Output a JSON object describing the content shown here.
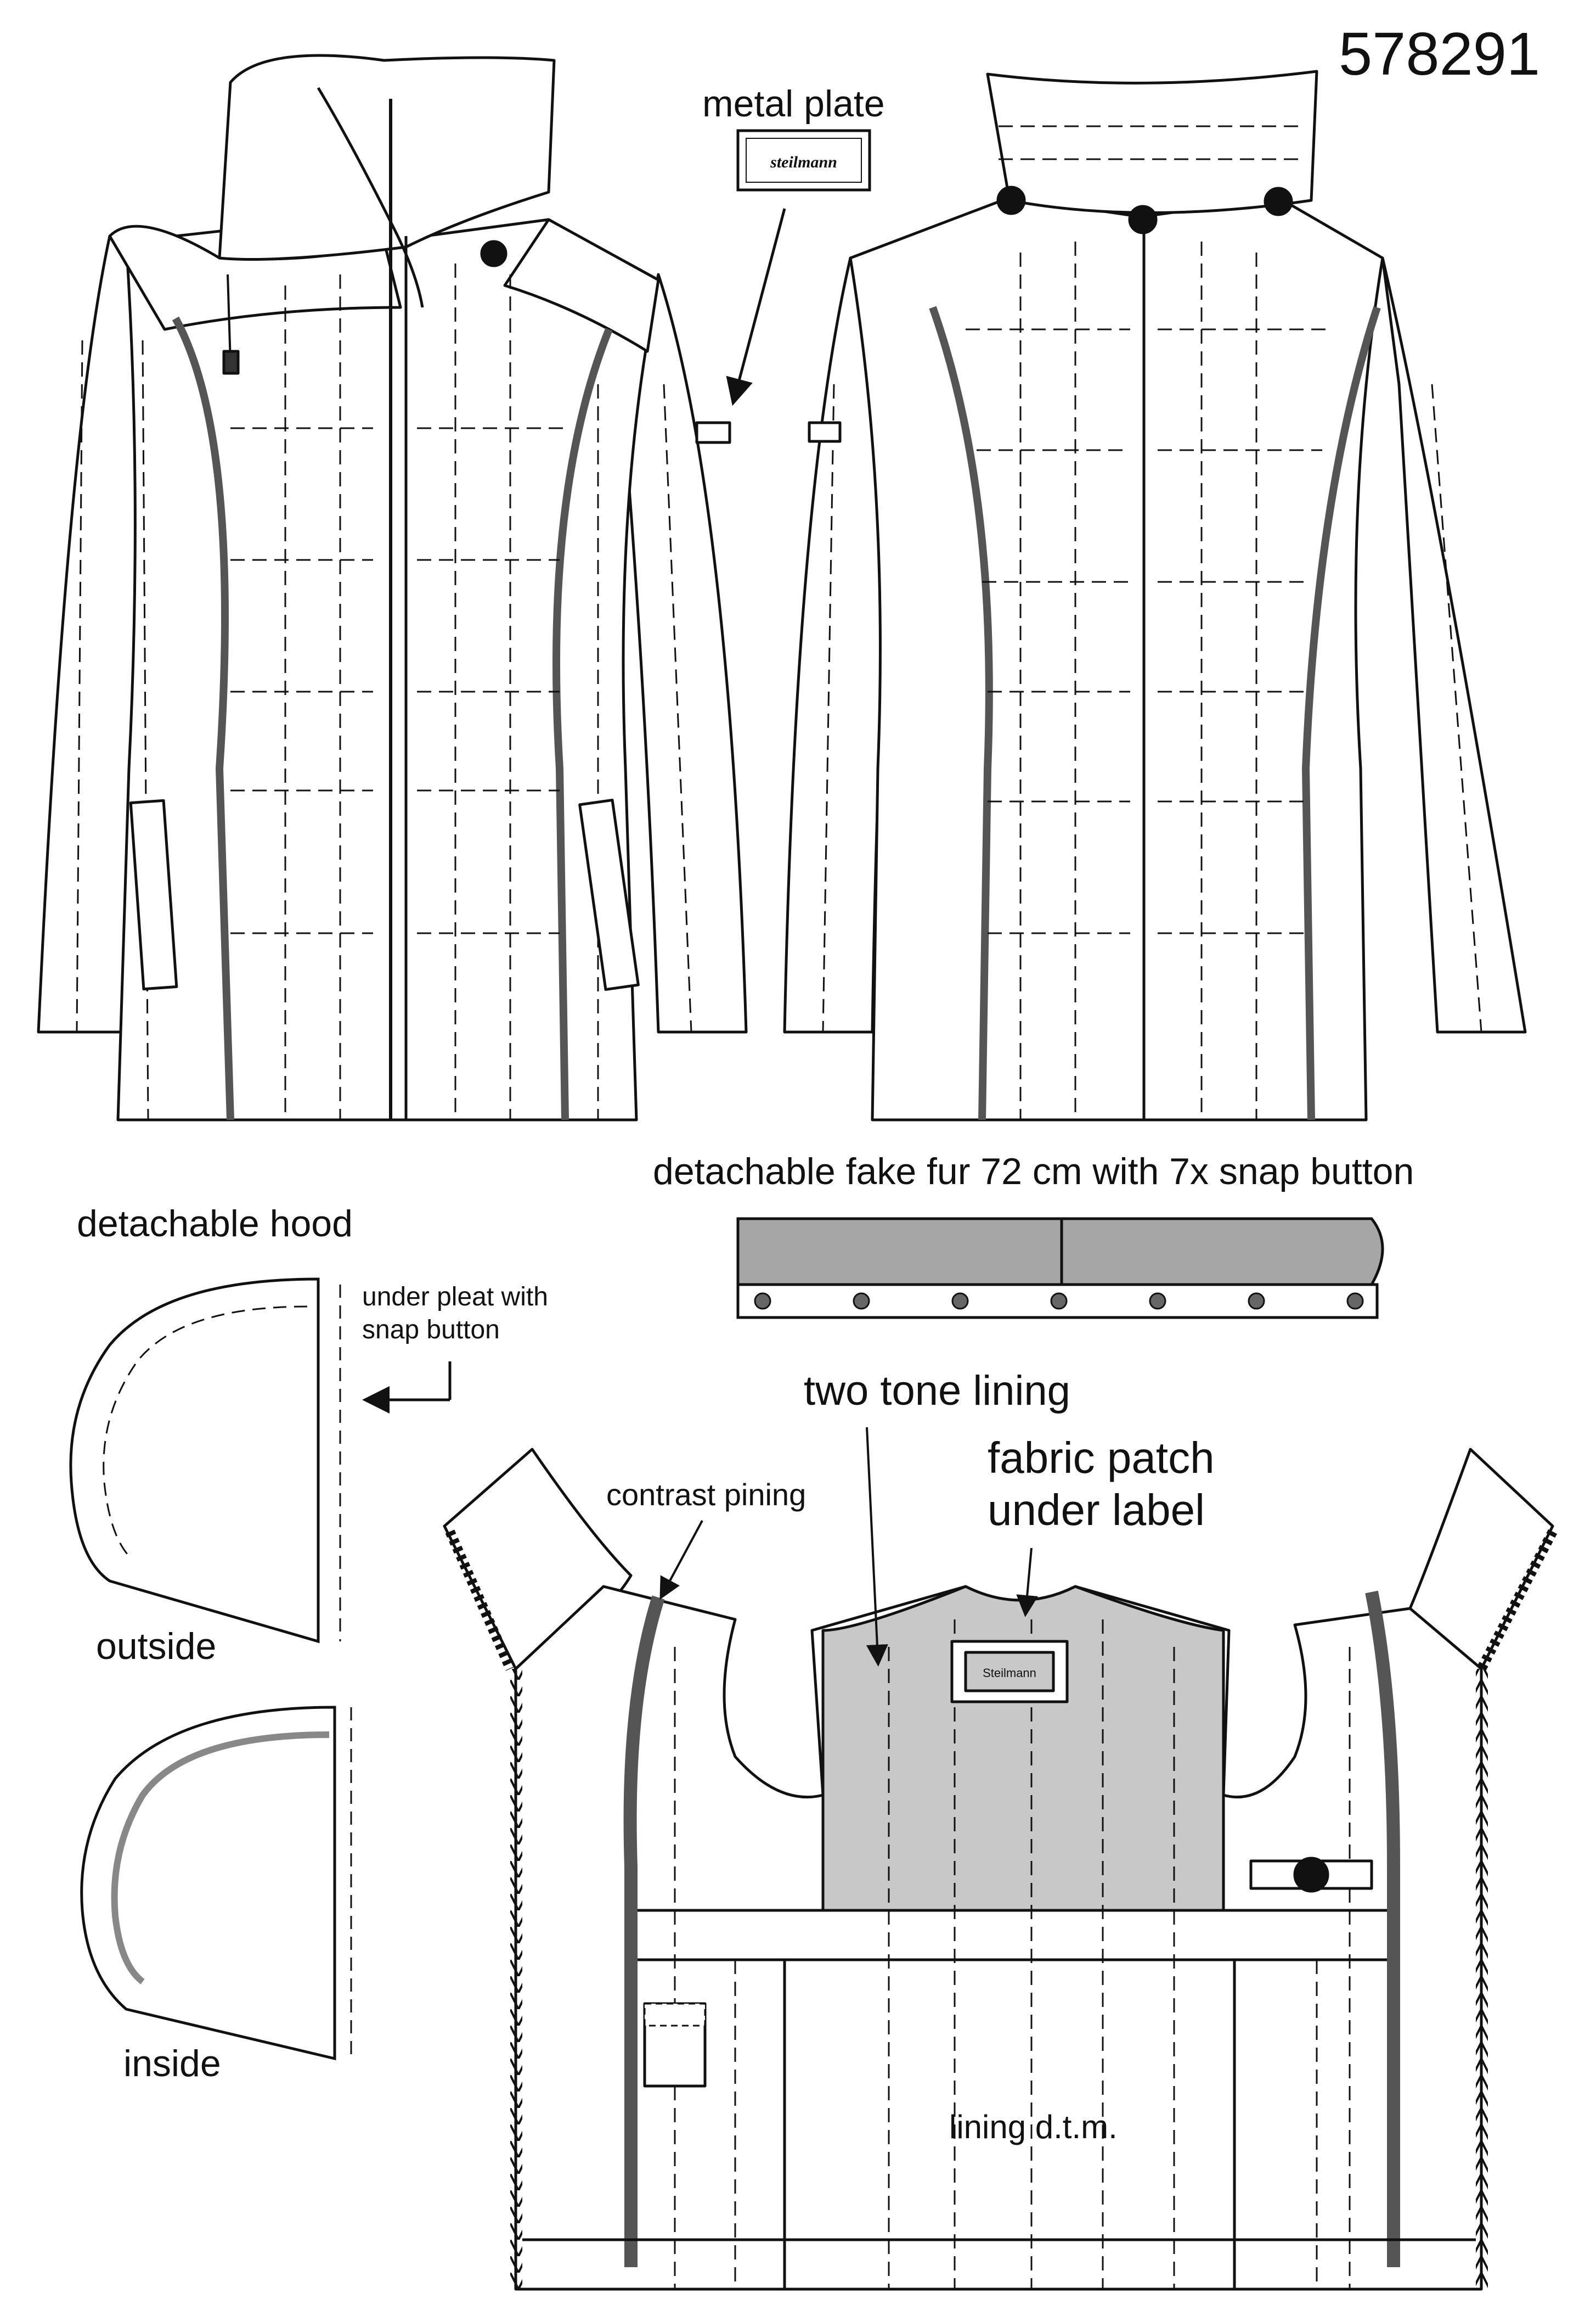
{
  "article_number": "578291",
  "callouts": {
    "metal_plate": "metal plate",
    "metal_plate_brand": "steilmann",
    "fake_fur": "detachable fake fur 72 cm with 7x snap button",
    "hood_title": "detachable hood",
    "under_pleat_line1": "under pleat with",
    "under_pleat_line2": "snap button",
    "hood_outside": "outside",
    "hood_inside": "inside",
    "two_tone_lining": "two tone lining",
    "fabric_patch_line1": "fabric patch",
    "fabric_patch_line2": "under label",
    "contrast_pining": "contrast pining",
    "lining_dtm": "lining d.t.m.",
    "label_brand": "Steilmann"
  },
  "fake_fur_snap_count": 7,
  "colors": {
    "line": "#111111",
    "contrast_piping": "#555555",
    "fur": "#a6a6a6",
    "lining_contrast": "#c8c8c8",
    "background": "#ffffff"
  }
}
